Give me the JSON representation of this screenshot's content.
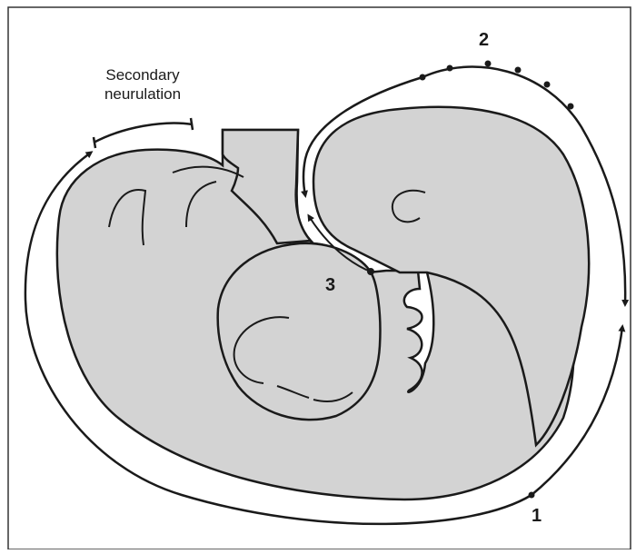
{
  "diagram": {
    "labels": {
      "secondary_line1": "Secondary",
      "secondary_line2": "neurulation",
      "marker_1": "1",
      "marker_2": "2",
      "marker_3": "3"
    },
    "colors": {
      "embryo_fill": "#d3d3d3",
      "outline": "#1a1a1a",
      "background": "#ffffff"
    }
  }
}
